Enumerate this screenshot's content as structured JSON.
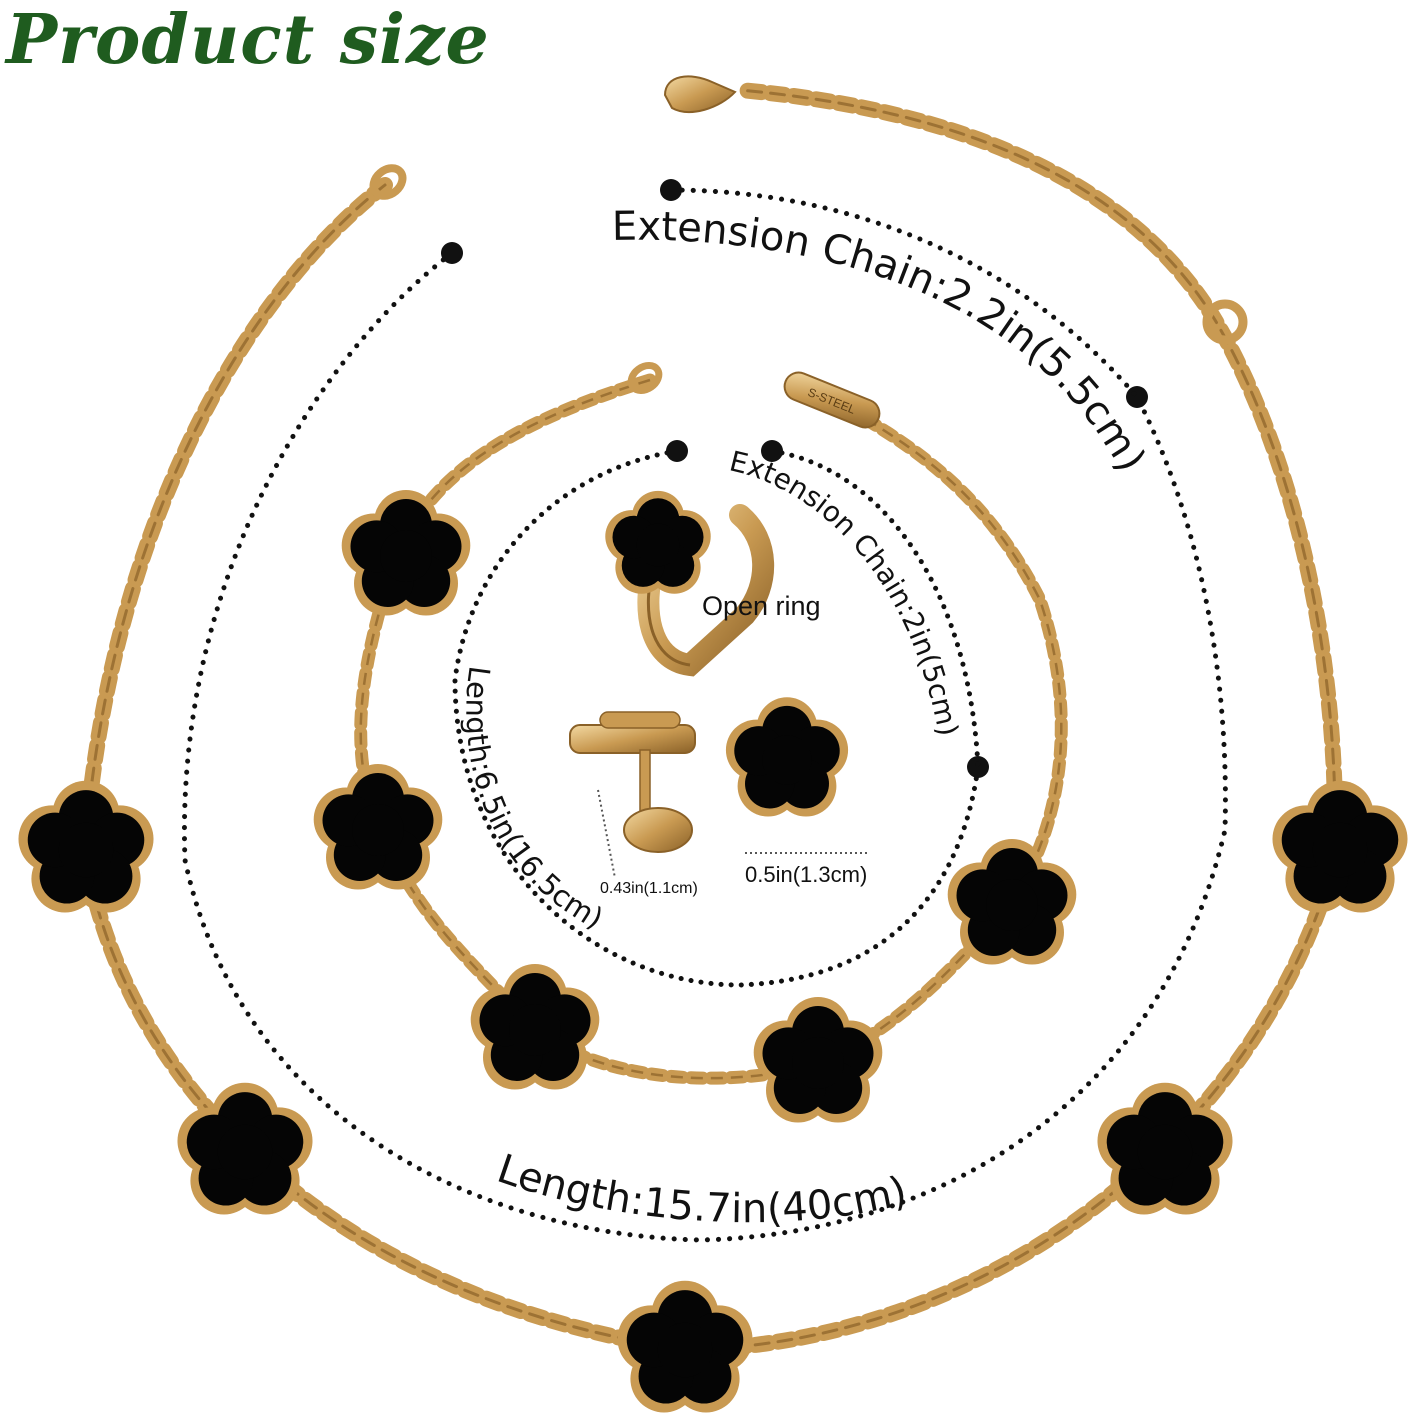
{
  "title": "Product size",
  "colors": {
    "title": "#1f5c1f",
    "gold": "#c99a52",
    "gold_dark": "#8a6128",
    "gold_light": "#f1d49a",
    "onyx": "#050505",
    "dots": "#111111",
    "text": "#111111"
  },
  "labels": {
    "necklace_extension": "Extension Chain:2.2in(5.5cm)",
    "necklace_length": "Length:15.7in(40cm)",
    "bracelet_extension": "Extension Chain:2in(5cm)",
    "bracelet_length": "Length:6.5in(16.5cm)",
    "ring": "Open ring",
    "earring_depth": "0.43in(1.1cm)",
    "earring_width": "0.5in(1.3cm)",
    "tag": "S-STEEL"
  },
  "items": [
    "necklace",
    "bracelet",
    "open-ring",
    "stud-earrings"
  ]
}
